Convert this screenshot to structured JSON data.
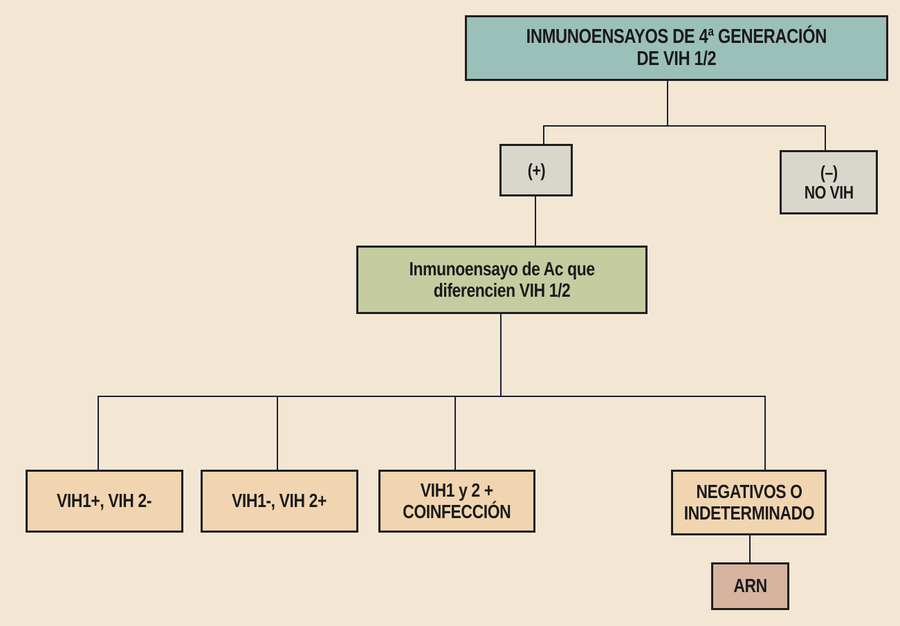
{
  "diagram": {
    "type": "flowchart",
    "colors": {
      "background": "#f3e7d4",
      "root": "#9bc0b9",
      "result": "#d9d7cc",
      "differentiation": "#c5cca0",
      "outcome": "#f0d5b0",
      "arn": "#d7b4a0"
    },
    "nodes": {
      "root": "INMUNOENSAYOS DE 4ª GENERACIÓN\nDE VIH 1/2",
      "positive": "(+)",
      "negative": "(–)\nNO VIH",
      "differentiation": "Inmunoensayo de Ac que\ndiferencien VIH 1/2",
      "vih1": "VIH1+, VIH 2-",
      "vih2": "VIH1-, VIH 2+",
      "coinfection": "VIH1 y 2 +\nCOINFECCIÓN",
      "indeterminate": "NEGATIVOS O\nINDETERMINADO",
      "arn": "ARN"
    },
    "edges": [
      [
        "root",
        "positive"
      ],
      [
        "root",
        "negative"
      ],
      [
        "positive",
        "differentiation"
      ],
      [
        "differentiation",
        "vih1"
      ],
      [
        "differentiation",
        "vih2"
      ],
      [
        "differentiation",
        "coinfection"
      ],
      [
        "differentiation",
        "indeterminate"
      ],
      [
        "indeterminate",
        "arn"
      ]
    ]
  }
}
